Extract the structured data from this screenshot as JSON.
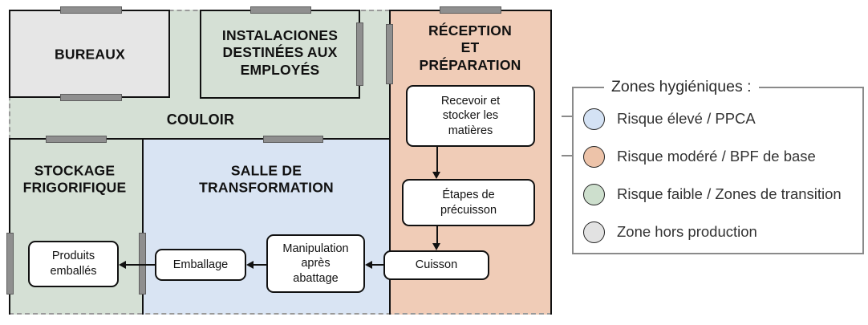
{
  "diagram": {
    "zones": {
      "bureaux": {
        "label": "BUREAUX"
      },
      "instalaciones": {
        "label": "INSTALACIONES\nDESTINÉES AUX\nEMPLOYÉS"
      },
      "reception": {
        "label": "RÉCEPTION ET\nPRÉPARATION"
      },
      "couloir": {
        "label": "COULOIR"
      },
      "stockage": {
        "label": "STOCKAGE\nFRIGORIFIQUE"
      },
      "salle": {
        "label": "SALLE DE\nTRANSFORMATION"
      }
    },
    "steps": [
      {
        "label": "Recevoir et\nstocker les\nmatières"
      },
      {
        "label": "Étapes de\nprécuisson"
      },
      {
        "label": "Cuisson"
      },
      {
        "label": "Manipulation\naprès\nabattage"
      },
      {
        "label": "Emballage"
      },
      {
        "label": "Produits\nemballés"
      }
    ]
  },
  "legend": {
    "title": "Zones hygiéniques :",
    "items": [
      {
        "label": "Risque élevé / PPCA",
        "color": "#d4e2f4"
      },
      {
        "label": "Risque modéré / BPF de base",
        "color": "#edc3a9"
      },
      {
        "label": "Risque faible / Zones de transition",
        "color": "#cddfcd"
      },
      {
        "label": "Zone hors production",
        "color": "#e2e2e2"
      }
    ]
  },
  "colors": {
    "zone_high_risk_blue": "#d9e4f3",
    "zone_moderate_risk_salmon": "#f0ccb7",
    "zone_low_risk_green": "#d5e0d5",
    "zone_non_production_gray": "#e6e6e6",
    "wall": "#111111",
    "door": "#8f8f8f",
    "dashed_outline": "#999999",
    "legend_border": "#8a8a8a"
  }
}
